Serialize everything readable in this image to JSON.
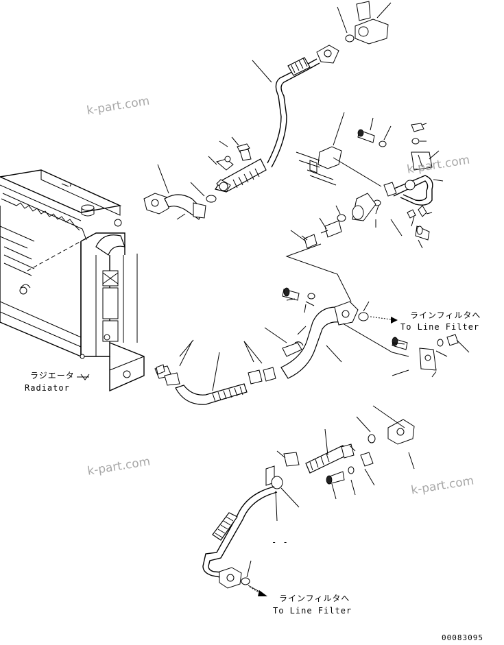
{
  "labels": {
    "radiator_jp": "ラジエータ",
    "radiator_en": "Radiator",
    "line_filter_jp_1": "ラインフィルタへ",
    "line_filter_en_1": "To Line Filter",
    "line_filter_jp_2": "ラインフィルタへ",
    "line_filter_en_2": "To Line Filter",
    "drawing_number": "00083095",
    "dash_mark": "- -"
  },
  "watermarks": [
    "k-part.com",
    "k-part.com",
    "k-part.com",
    "k-part.com"
  ]
}
